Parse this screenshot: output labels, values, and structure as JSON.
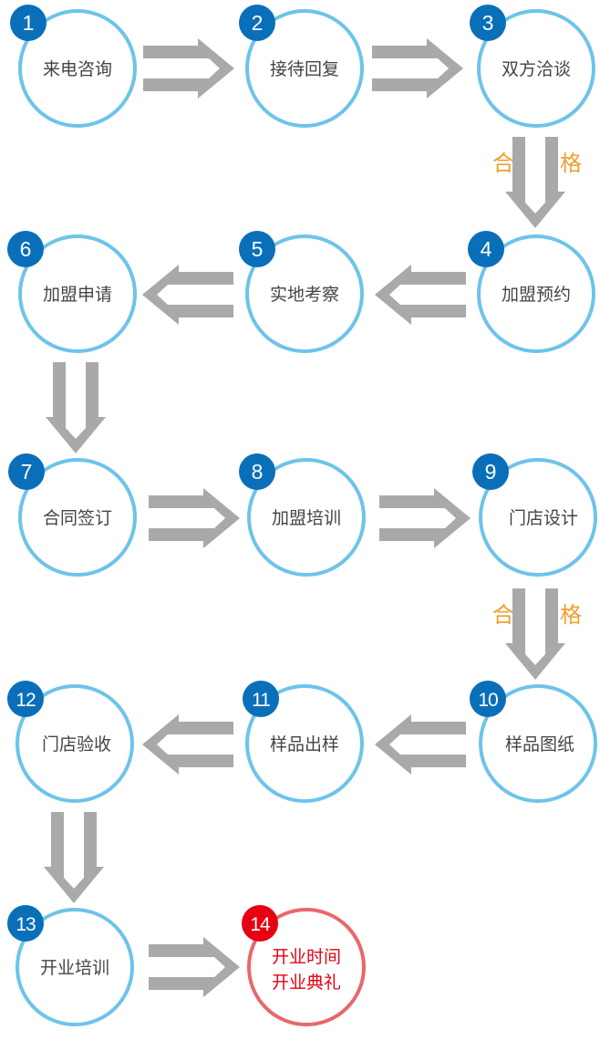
{
  "colors": {
    "circle_stroke": "#6ec3ea",
    "badge_fill": "#0a6fb9",
    "final_stroke": "#e9676b",
    "final_badge": "#e60012",
    "final_text": "#e60012",
    "arrow": "#a9a9a9",
    "qualify_text": "#f0a030"
  },
  "steps": [
    {
      "num": "1",
      "label": "来电咨询"
    },
    {
      "num": "2",
      "label": "接待回复"
    },
    {
      "num": "3",
      "label": "双方洽谈"
    },
    {
      "num": "4",
      "label": "加盟预约"
    },
    {
      "num": "5",
      "label": "实地考察"
    },
    {
      "num": "6",
      "label": "加盟申请"
    },
    {
      "num": "7",
      "label": "合同签订"
    },
    {
      "num": "8",
      "label": "加盟培训"
    },
    {
      "num": "9",
      "label": "门店设计"
    },
    {
      "num": "10",
      "label": "样品图纸"
    },
    {
      "num": "11",
      "label": "样品出样"
    },
    {
      "num": "12",
      "label": "门店验收"
    },
    {
      "num": "13",
      "label": "开业培训"
    },
    {
      "num": "14",
      "label_line1": "开业时间",
      "label_line2": "开业典礼"
    }
  ],
  "qualify": [
    {
      "left": "合",
      "right": "格"
    },
    {
      "left": "合",
      "right": "格"
    }
  ]
}
